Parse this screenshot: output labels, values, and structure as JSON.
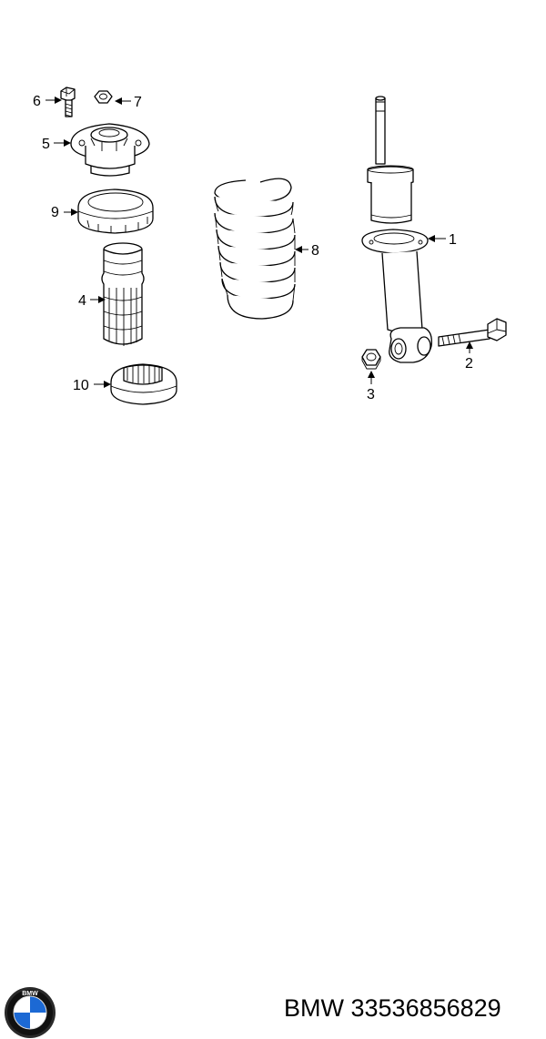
{
  "callouts": {
    "c1": "1",
    "c2": "2",
    "c3": "3",
    "c4": "4",
    "c5": "5",
    "c6": "6",
    "c7": "7",
    "c8": "8",
    "c9": "9",
    "c10": "10"
  },
  "logo": {
    "text": "BMW",
    "colors": {
      "blue": "#1c69d4",
      "white": "#ffffff",
      "ring": "#111111"
    }
  },
  "caption": {
    "brand": "BMW",
    "part_number": "33536856829"
  }
}
